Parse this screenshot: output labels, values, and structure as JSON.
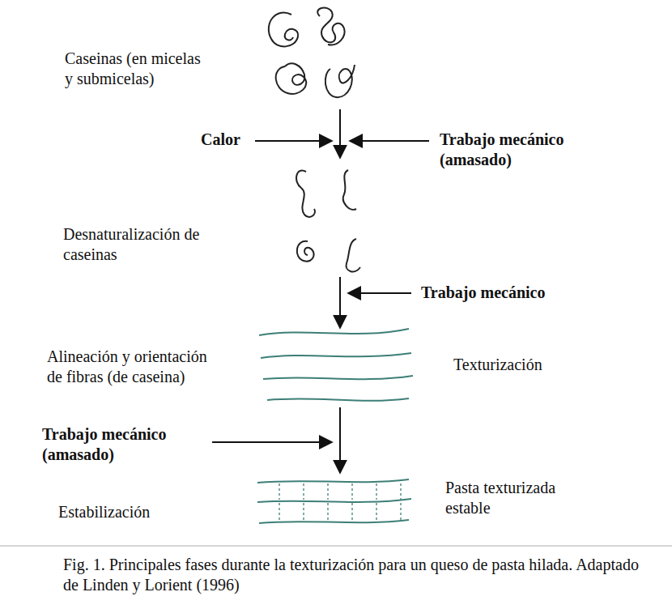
{
  "diagram": {
    "caption": "Fig. 1. Principales fases durante la texturización para un queso de pasta hilada. Adaptado de Linden y Lorient (1996)",
    "labels": [
      "Caseinas (en micelas y submicelas)",
      "Calor",
      "Trabajo mecánico (amasado)",
      "Desnaturalización de caseinas",
      "Trabajo mecánico",
      "Alineación y orientación de fibras (de caseina)",
      "Texturización",
      "Trabajo mecánico (amasado)",
      "Estabilización",
      "Pasta texturizada estable"
    ]
  }
}
